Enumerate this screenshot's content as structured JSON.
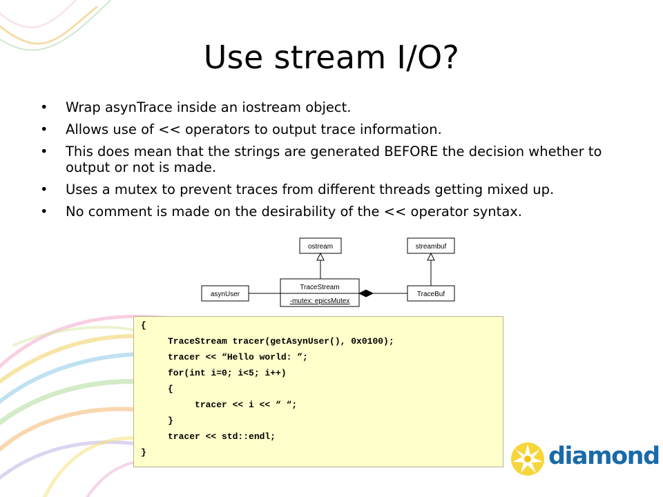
{
  "slide": {
    "title": "Use stream I/O?",
    "bullets": [
      "Wrap asynTrace inside an iostream object.",
      "Allows use of << operators to output trace information.",
      "This does mean that the strings are generated BEFORE the decision whether to output or not is made.",
      "Uses a mutex to prevent traces from different threads getting mixed up.",
      "No comment is made on the desirability of the << operator syntax."
    ],
    "bullet_glyph": "•"
  },
  "diagram": {
    "ostream": "ostream",
    "streambuf": "streambuf",
    "asynuser": "asynUser",
    "tracestream": "TraceStream",
    "tracestream_attr": "-mutex: epicsMutex",
    "tracebuf": "TraceBuf"
  },
  "code": {
    "lines": [
      "{",
      "     TraceStream tracer(getAsynUser(), 0x0100);",
      "     tracer << “Hello world: ”;",
      "     for(int i=0; i<5; i++)",
      "     {",
      "          tracer << i << “ “;",
      "     }",
      "     tracer << std::endl;",
      "}"
    ]
  },
  "logo": {
    "text": "diamond",
    "text_color": "#1a6aa8",
    "star_color": "#f2c40f"
  }
}
